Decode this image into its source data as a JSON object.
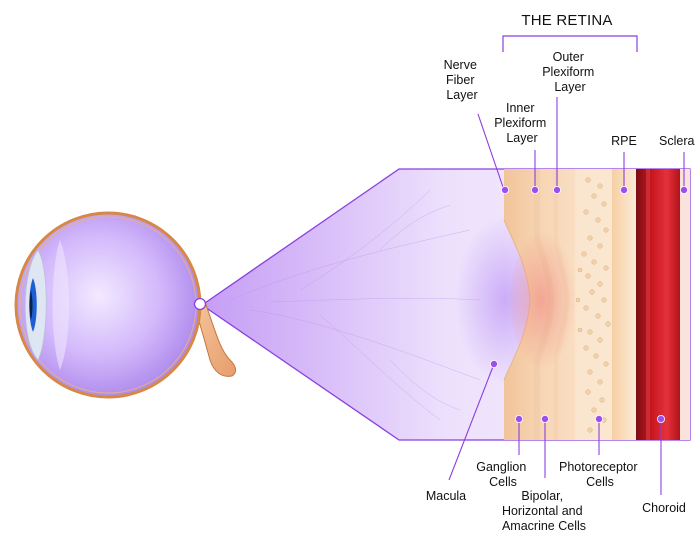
{
  "title": "THE RETINA",
  "labels": {
    "nerve_fiber_layer": [
      "Nerve",
      "Fiber",
      "Layer"
    ],
    "inner_plexiform_layer": [
      "Inner",
      "Plexiform",
      "Layer"
    ],
    "outer_plexiform_layer": [
      "Outer",
      "Plexiform",
      "Layer"
    ],
    "rpe": "RPE",
    "sclera": "Sclera",
    "macula": "Macula",
    "ganglion_cells": [
      "Ganglion",
      "Cells"
    ],
    "bipolar_cells": [
      "Bipolar,",
      "Horizontal and",
      "Amacrine Cells"
    ],
    "photoreceptor_cells": [
      "Photoreceptor",
      "Cells"
    ],
    "choroid": "Choroid"
  },
  "colors": {
    "leader": "#8b3fe0",
    "eyeball": "#c9a8f5",
    "retina_tissue": "#f7d9b9",
    "choroid": "#c8161f"
  }
}
